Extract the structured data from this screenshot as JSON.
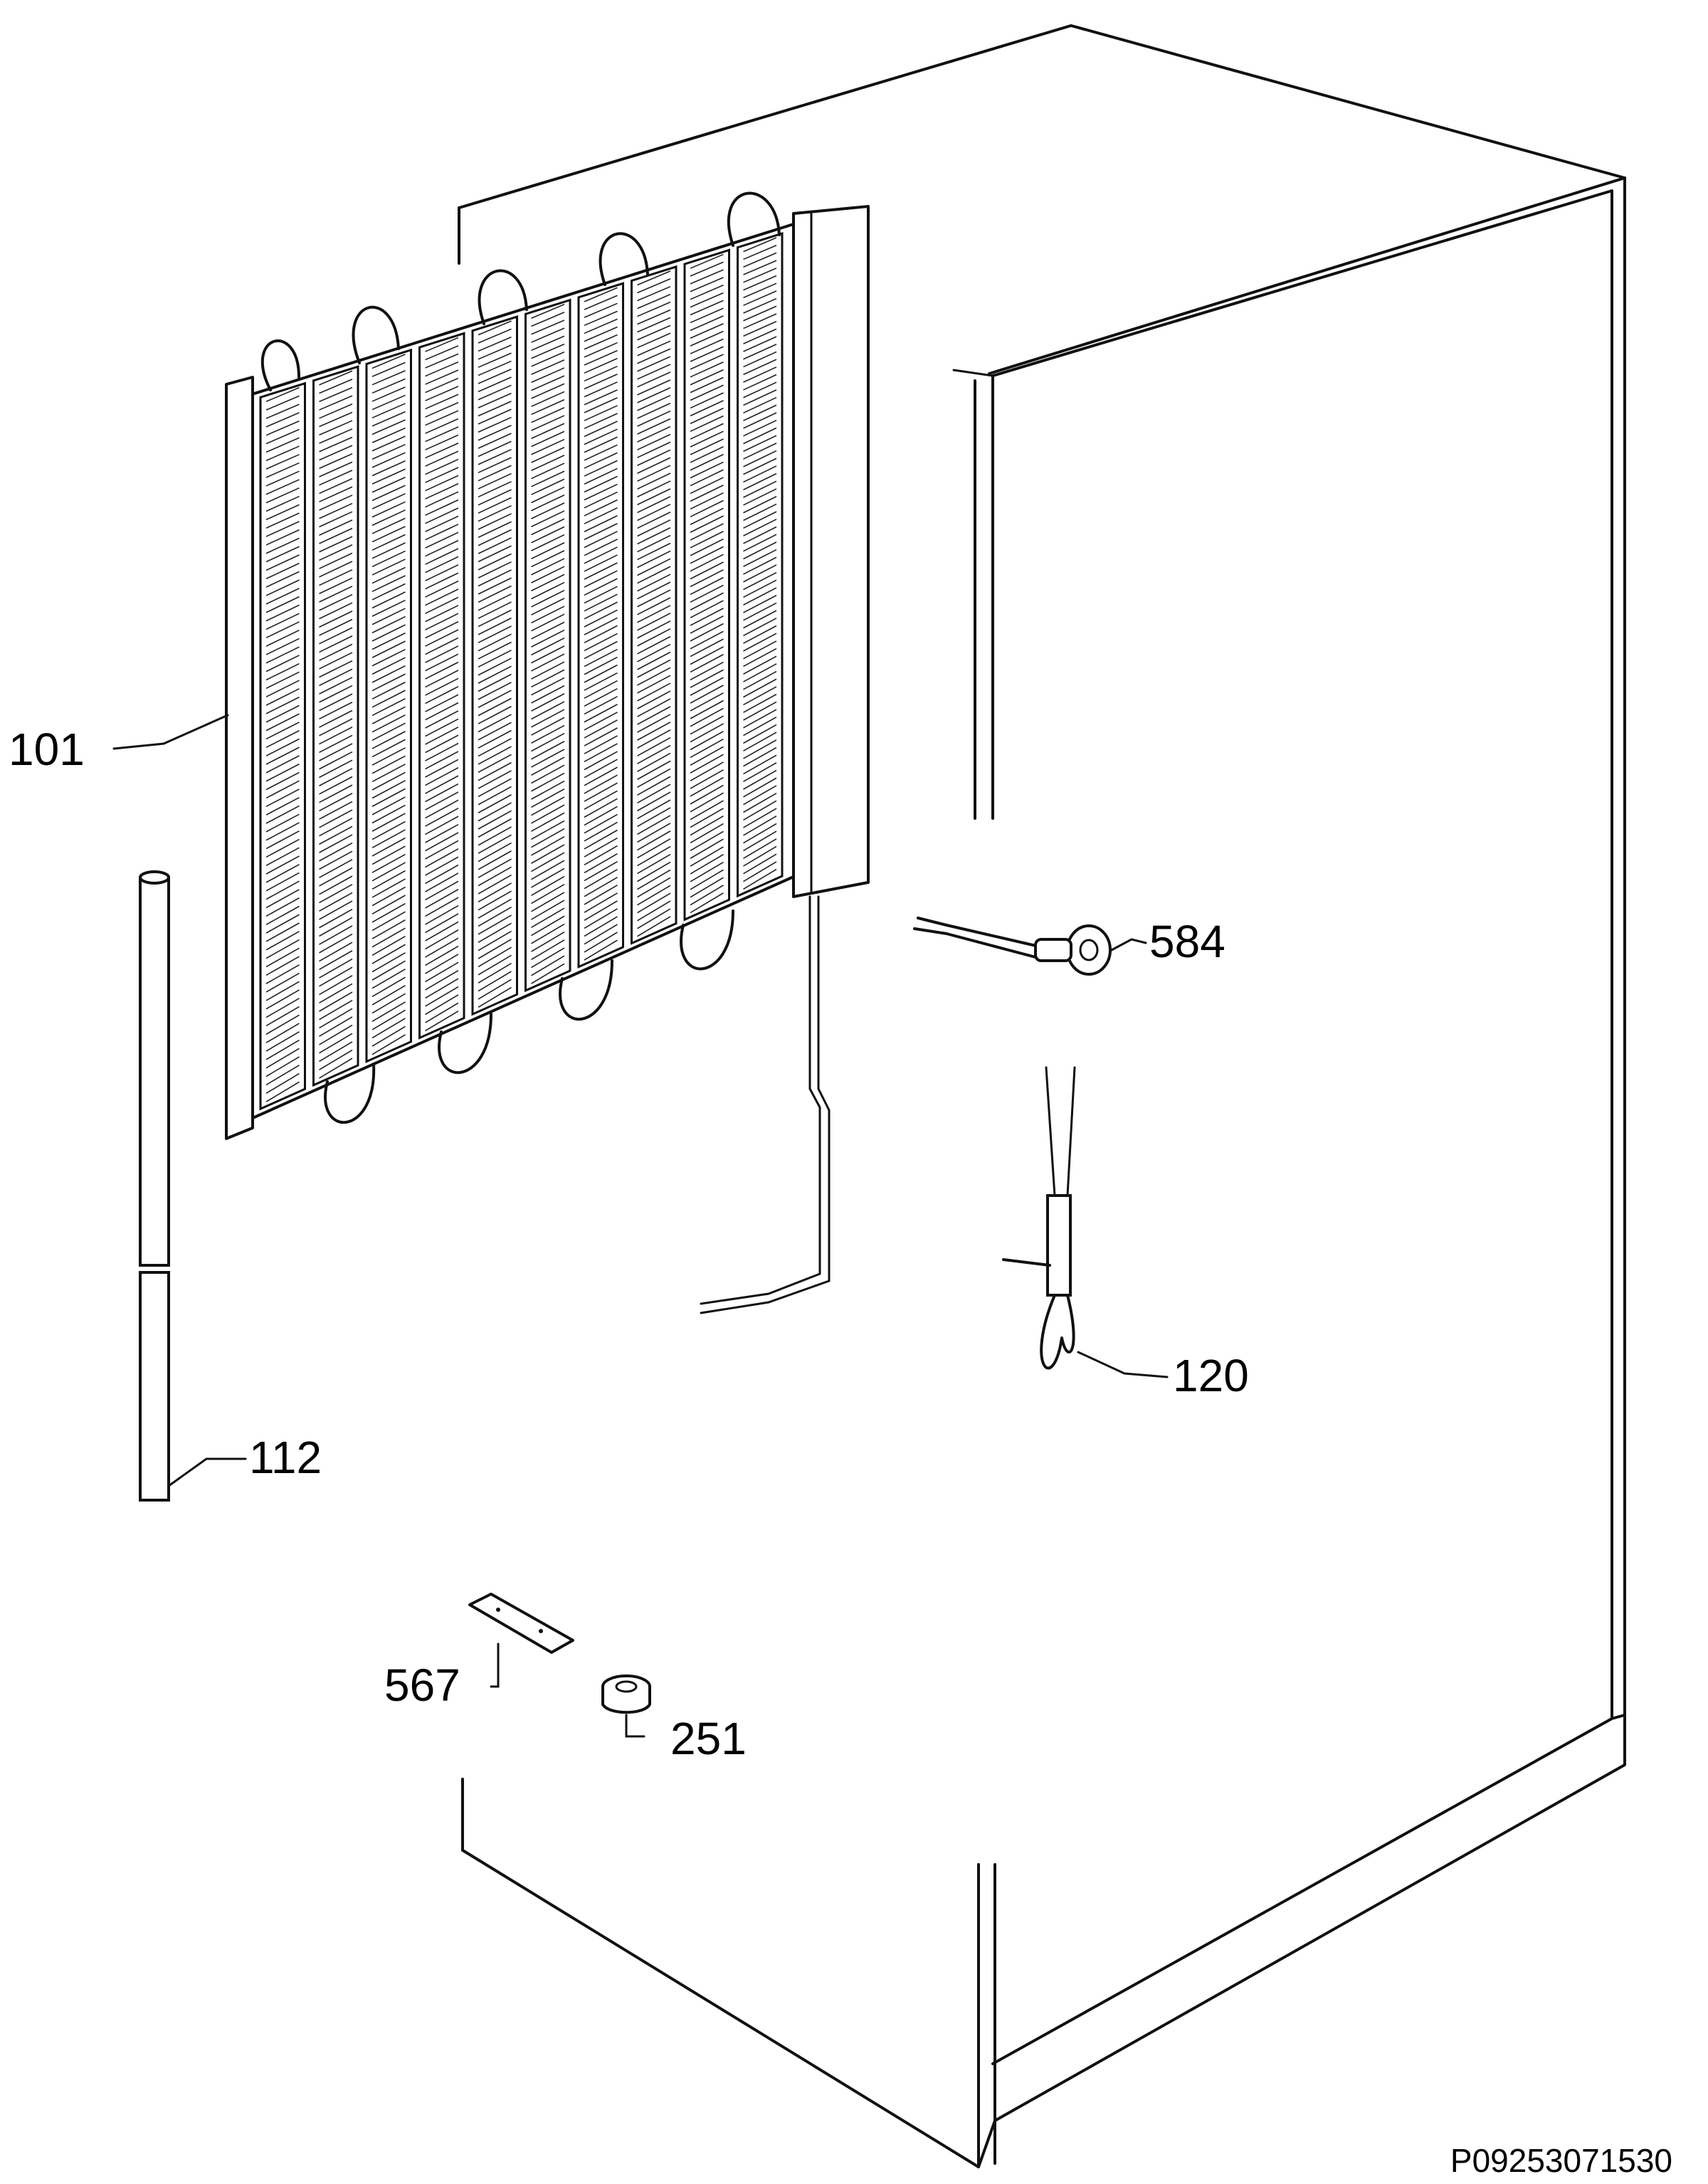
{
  "callouts": [
    {
      "id": "condenser",
      "number": "101"
    },
    {
      "id": "tube",
      "number": "112"
    },
    {
      "id": "connector",
      "number": "584"
    },
    {
      "id": "thermostat-sensor",
      "number": "120"
    },
    {
      "id": "bracket",
      "number": "567"
    },
    {
      "id": "foot",
      "number": "251"
    }
  ],
  "drawing_code": "P09253071530"
}
